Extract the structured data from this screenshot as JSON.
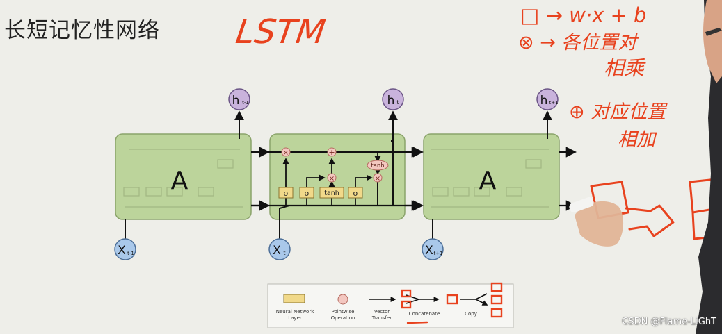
{
  "slide": {
    "title": "长短记忆性网络",
    "handwritten_title": "LSTM",
    "watermark": "CSDN @Flame-LiGhT"
  },
  "diagram": {
    "cells": [
      {
        "label": "A",
        "input": "X",
        "input_sub": "t-1",
        "output": "h",
        "output_sub": "t-1"
      },
      {
        "label": "",
        "input": "X",
        "input_sub": "t",
        "output": "h",
        "output_sub": "t"
      },
      {
        "label": "A",
        "input": "X",
        "input_sub": "t+1",
        "output": "h",
        "output_sub": "t+1"
      }
    ],
    "gate_labels": [
      "σ",
      "σ",
      "tanh",
      "σ"
    ],
    "ops": {
      "multiply": "×",
      "add": "+",
      "tanh": "tanh"
    },
    "legend": {
      "nn_layer": "Neural Network Layer",
      "pointwise": "Pointwise Operation",
      "vector_transfer": "Vector Transfer",
      "concatenate": "Concatenate",
      "copy": "Copy"
    }
  },
  "annotations": {
    "line1": "□ → w·x + b",
    "line2": "⊗ → 各位置对",
    "line3": "相乘",
    "line4": "⊕ 对应位置",
    "line5": "相加"
  },
  "colors": {
    "cell_fill": "#bcd49b",
    "cell_stroke": "#8aa36a",
    "layer_fill": "#f1d98a",
    "output_fill": "#c9b3dc",
    "input_fill": "#a9c8ea",
    "pointwise_fill": "#f3c7c0",
    "ink": "#e8421e"
  }
}
